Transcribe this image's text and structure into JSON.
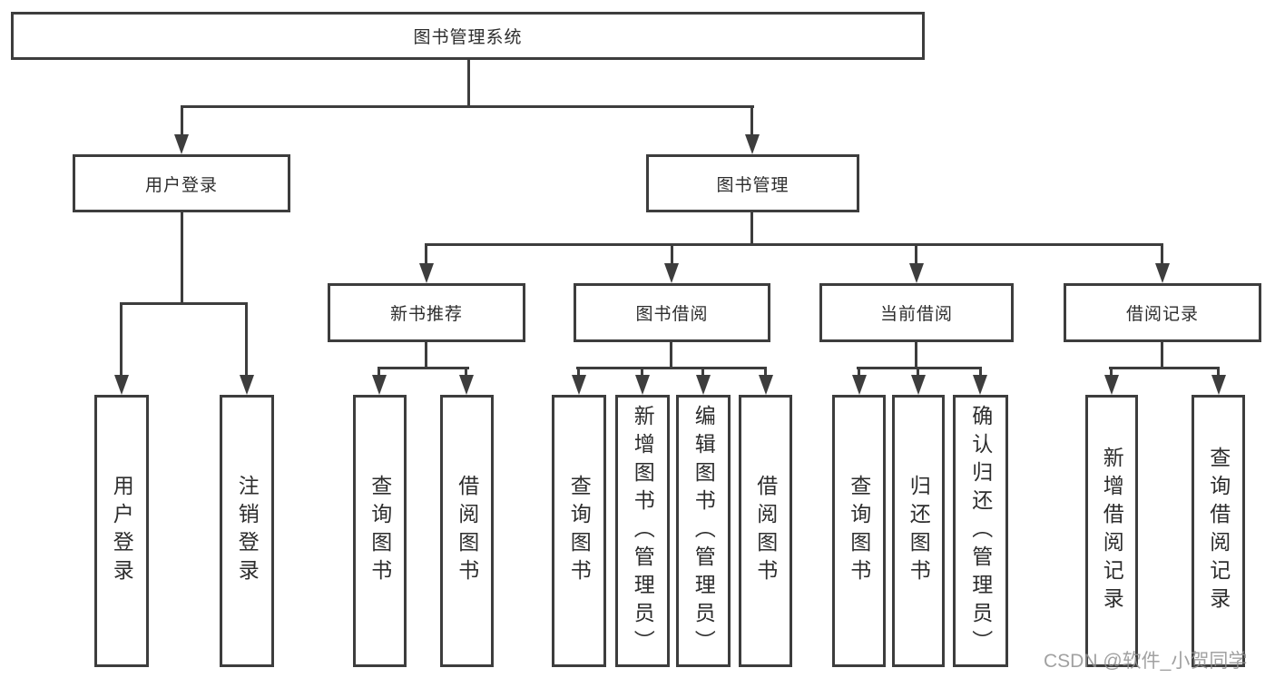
{
  "tree": {
    "root": "图书管理系统",
    "children": [
      {
        "label": "用户登录",
        "children": [
          {
            "label": "用户登录"
          },
          {
            "label": "注销登录"
          }
        ]
      },
      {
        "label": "图书管理",
        "children": [
          {
            "label": "新书推荐",
            "children": [
              {
                "label": "查询图书"
              },
              {
                "label": "借阅图书"
              }
            ]
          },
          {
            "label": "图书借阅",
            "children": [
              {
                "label": "查询图书"
              },
              {
                "label": "新增图书（管理员）"
              },
              {
                "label": "编辑图书（管理员）"
              },
              {
                "label": "借阅图书"
              }
            ]
          },
          {
            "label": "当前借阅",
            "children": [
              {
                "label": "查询图书"
              },
              {
                "label": "归还图书"
              },
              {
                "label": "确认归还（管理员）"
              }
            ]
          },
          {
            "label": "借阅记录",
            "children": [
              {
                "label": "新增借阅记录"
              },
              {
                "label": "查询借阅记录"
              }
            ]
          }
        ]
      }
    ]
  },
  "watermark": {
    "text": "CSDN @软件_小贺同学"
  },
  "colors": {
    "line": "#3d3d3d",
    "box_border": "#3d3d3d",
    "text": "#2d2d2d",
    "watermark_text": "#919191",
    "background": "#ffffff"
  }
}
